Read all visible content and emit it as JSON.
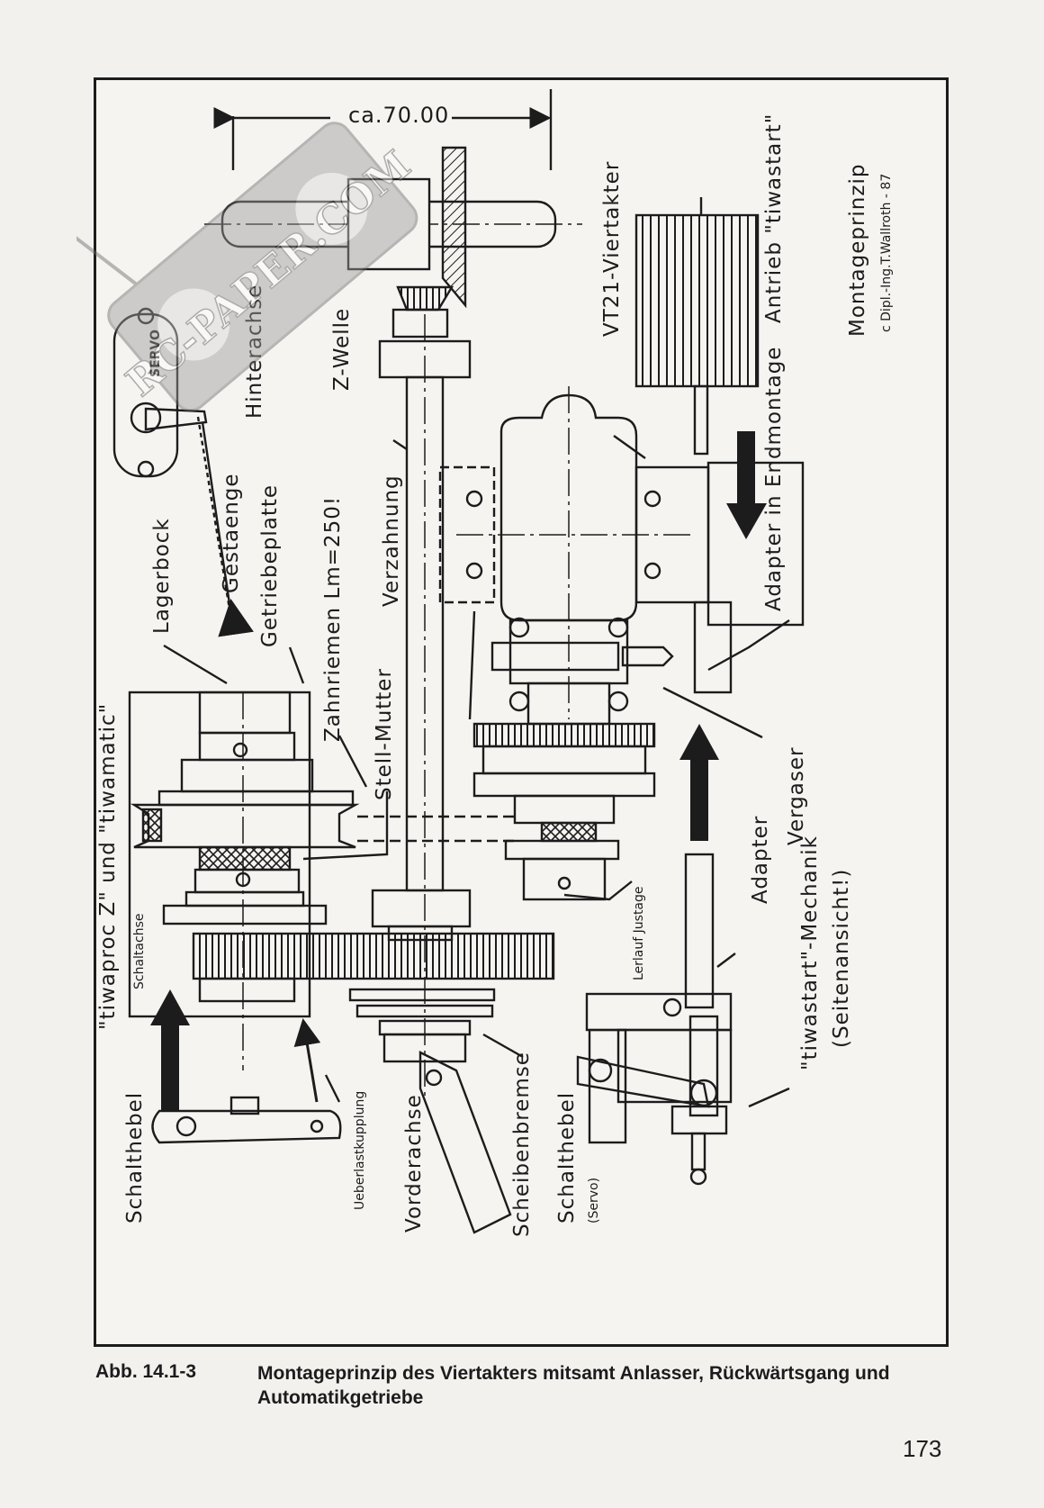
{
  "dimension": "ca.70.00",
  "labels": {
    "hinterachse": "Hinterachse",
    "z_welle": "Z-Welle",
    "vt21": "VT21-Viertakter",
    "antrieb": "Antrieb \"tiwastart\"",
    "adapter_endmontage": "Adapter in Endmontage",
    "montageprinzip": "Montageprinzip",
    "copyright": "c Dipl.-Ing.T.Wallroth - 87",
    "gestaenge": "Gestaenge",
    "getriebeplatte": "Getriebeplatte",
    "lagerbock": "Lagerbock",
    "zahnriemen": "Zahnriemen Lm=250!",
    "verzahnung": "Verzahnung",
    "stell_mutter": "Stell-Mutter",
    "tiwaproc": "\"tiwaproc Z\" und \"tiwamatic\"",
    "schaltachse": "Schaltachse",
    "vergaser": "Vergaser",
    "adapter": "Adapter",
    "tiwastart_mechanik": "\"tiwastart\"-Mechanik",
    "seitenansicht": "(Seitenansicht!)",
    "leerlauf": "Lerlauf Justage",
    "ueberlast": "Ueberlastkupplung",
    "vorderachse": "Vorderachse",
    "scheibenbremse": "Scheibenbremse",
    "schalthebel_servo": "Schalthebel",
    "servo_paren": "(Servo)",
    "schalthebel": "Schalthebel",
    "servo_body": "SERVO"
  },
  "watermark": {
    "text": "RC-PAPER.COM"
  },
  "caption": {
    "number": "Abb. 14.1-3",
    "text": "Montageprinzip des Viertakters mitsamt Anlasser, Rückwärtsgang und Automatikgetriebe"
  },
  "page_number": "173"
}
